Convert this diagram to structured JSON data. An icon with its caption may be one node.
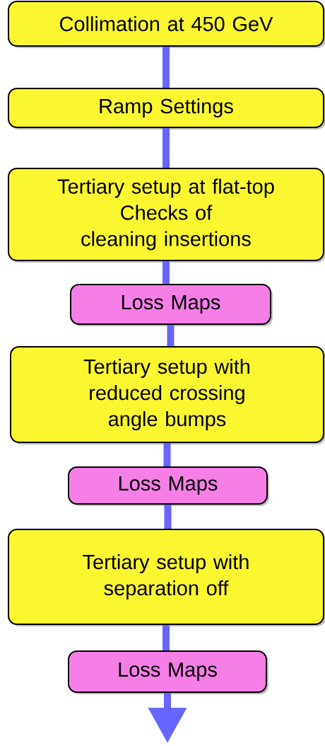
{
  "diagram": {
    "nodes": [
      {
        "text": [
          "Collimation at 450 GeV"
        ]
      },
      {
        "text": [
          "Ramp Settings"
        ]
      },
      {
        "text": [
          "Tertiary setup at flat-top",
          "Checks of cleaning insertions"
        ]
      },
      {
        "text": [
          "Loss Maps"
        ]
      },
      {
        "text": [
          "Tertiary setup with reduced crossing angle bumps"
        ]
      },
      {
        "text": [
          "Loss Maps"
        ]
      },
      {
        "text": [
          "Tertiary setup with separation off"
        ]
      },
      {
        "text": [
          "Loss Maps"
        ]
      }
    ],
    "edges": [
      {
        "from": 0,
        "to": 1,
        "arrow": "none"
      },
      {
        "from": 1,
        "to": 2,
        "arrow": "none"
      },
      {
        "from": 2,
        "to": 3,
        "arrow": "none"
      },
      {
        "from": 3,
        "to": 4,
        "arrow": "none"
      },
      {
        "from": 4,
        "to": 5,
        "arrow": "none"
      },
      {
        "from": 5,
        "to": 6,
        "arrow": "none"
      },
      {
        "from": 6,
        "to": 7,
        "arrow": "none"
      },
      {
        "from": 7,
        "to": null,
        "arrow": "to"
      }
    ]
  }
}
